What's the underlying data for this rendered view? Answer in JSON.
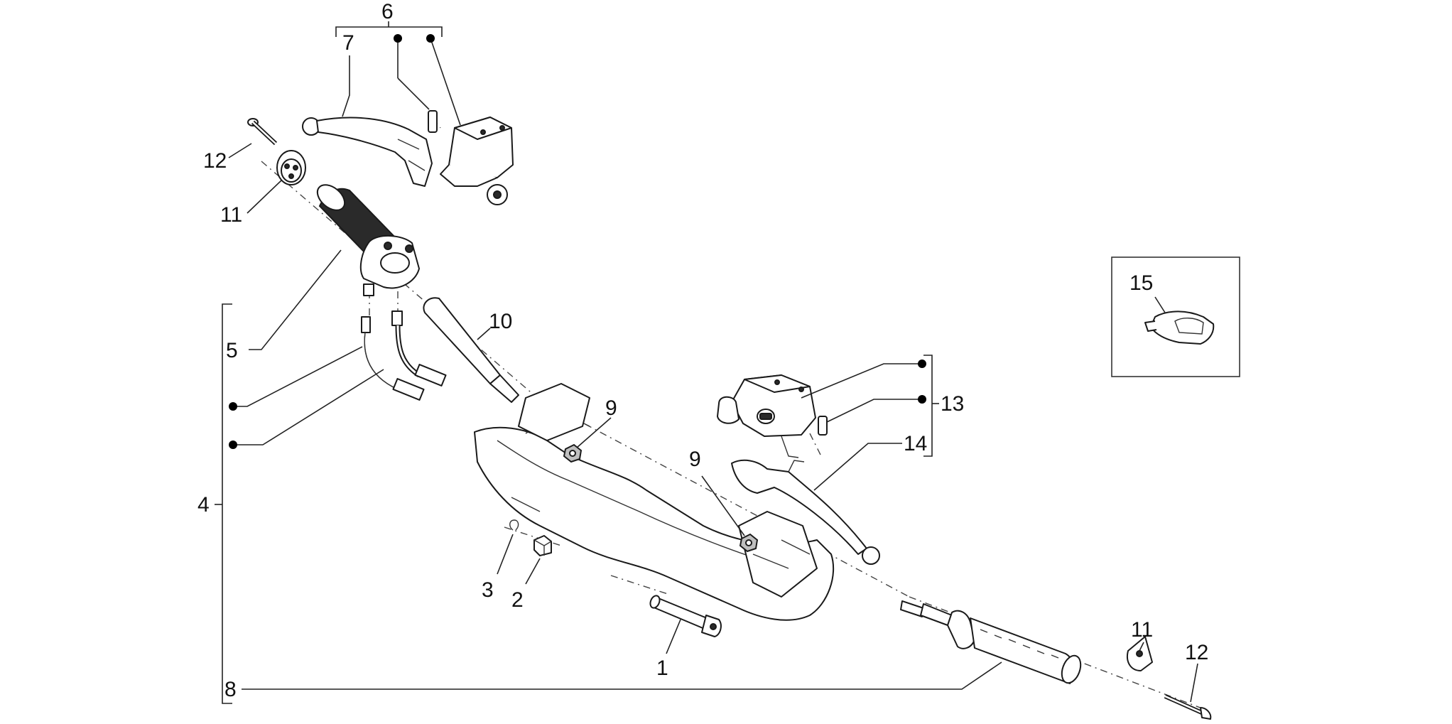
{
  "diagram": {
    "callouts": {
      "c1": "1",
      "c2": "2",
      "c3": "3",
      "c4": "4",
      "c5": "5",
      "c6": "6",
      "c7": "7",
      "c8": "8",
      "c9a": "9",
      "c9b": "9",
      "c10": "10",
      "c11a": "11",
      "c11b": "11",
      "c12a": "12",
      "c12b": "12",
      "c13": "13",
      "c14": "14",
      "c15": "15"
    }
  }
}
